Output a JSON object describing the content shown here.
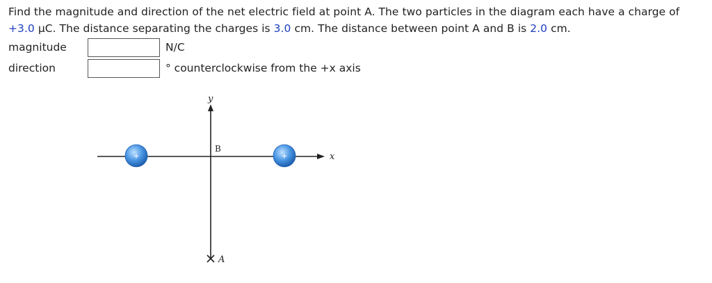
{
  "problem": {
    "part1": "Find the magnitude and direction of the net electric field at point A. The two particles in the diagram each have a charge of",
    "charge": "+3.0",
    "part2": " μC. The distance separating the charges is ",
    "distance_charges": "3.0",
    "part3": " cm. The distance between point A and B is ",
    "distance_ab": "2.0",
    "part4": " cm."
  },
  "answers": {
    "magnitude": {
      "label": "magnitude",
      "value": "",
      "unit": "N/C"
    },
    "direction": {
      "label": "direction",
      "value": "",
      "unit": "° counterclockwise from the +x axis"
    }
  },
  "diagram": {
    "axis_y_label": "y",
    "axis_x_label": "x",
    "point_b_label": "B",
    "point_a_label": "A",
    "charge_left_sign": "+",
    "charge_right_sign": "+",
    "charge_color": "#3d8ee0"
  }
}
